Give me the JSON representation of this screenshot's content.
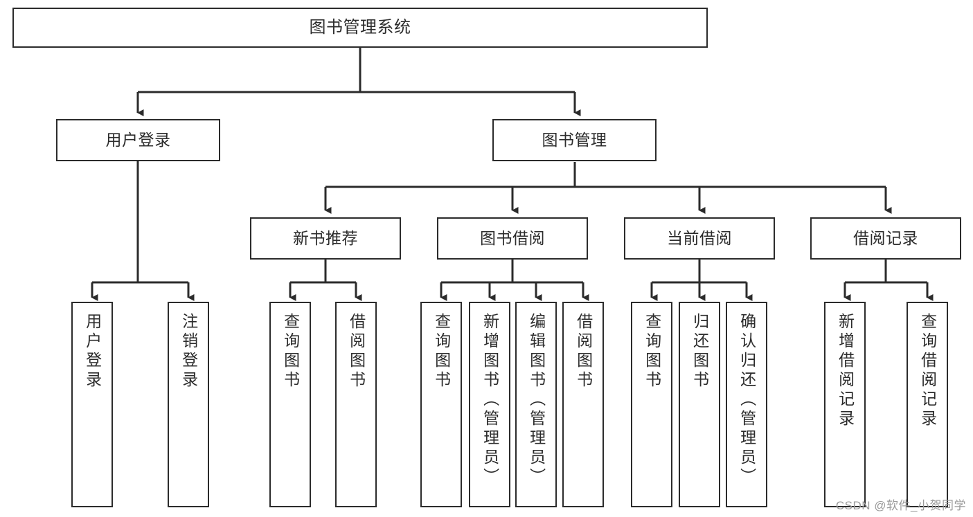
{
  "diagram": {
    "type": "tree-hierarchy",
    "title": "图书管理系统",
    "watermark": "CSDN @软件_小贺同学",
    "colors": {
      "stroke": "#2b2b2b",
      "fill": "#ffffff",
      "text": "#2c2c2c",
      "watermark": "#9a9a9a"
    },
    "nodes": {
      "root": {
        "label": "图书管理系统",
        "level": 0
      },
      "level1": [
        {
          "id": "user-login",
          "label": "用户登录"
        },
        {
          "id": "book-manage",
          "label": "图书管理"
        }
      ],
      "level2": [
        {
          "id": "new-book-rec",
          "label": "新书推荐",
          "parent": "book-manage"
        },
        {
          "id": "book-borrow",
          "label": "图书借阅",
          "parent": "book-manage"
        },
        {
          "id": "current-borrow",
          "label": "当前借阅",
          "parent": "book-manage"
        },
        {
          "id": "borrow-record",
          "label": "借阅记录",
          "parent": "book-manage"
        }
      ],
      "leaves": [
        {
          "id": "leaf-user-login",
          "label": "用户登录",
          "parent": "user-login"
        },
        {
          "id": "leaf-user-logout",
          "label": "注销登录",
          "parent": "user-login"
        },
        {
          "id": "leaf-rec-query-book",
          "label": "查询图书",
          "parent": "new-book-rec"
        },
        {
          "id": "leaf-rec-borrow-book",
          "label": "借阅图书",
          "parent": "new-book-rec"
        },
        {
          "id": "leaf-borrow-query-book",
          "label": "查询图书",
          "parent": "book-borrow"
        },
        {
          "id": "leaf-borrow-add-book",
          "label": "新增图书（管理员）",
          "parent": "book-borrow"
        },
        {
          "id": "leaf-borrow-edit-book",
          "label": "编辑图书（管理员）",
          "parent": "book-borrow"
        },
        {
          "id": "leaf-borrow-borrow-book",
          "label": "借阅图书",
          "parent": "book-borrow"
        },
        {
          "id": "leaf-current-query-book",
          "label": "查询图书",
          "parent": "current-borrow"
        },
        {
          "id": "leaf-current-return-book",
          "label": "归还图书",
          "parent": "current-borrow"
        },
        {
          "id": "leaf-current-confirm-return",
          "label": "确认归还（管理员）",
          "parent": "current-borrow"
        },
        {
          "id": "leaf-record-add",
          "label": "新增借阅记录",
          "parent": "borrow-record"
        },
        {
          "id": "leaf-record-query",
          "label": "查询借阅记录",
          "parent": "borrow-record"
        }
      ]
    }
  }
}
